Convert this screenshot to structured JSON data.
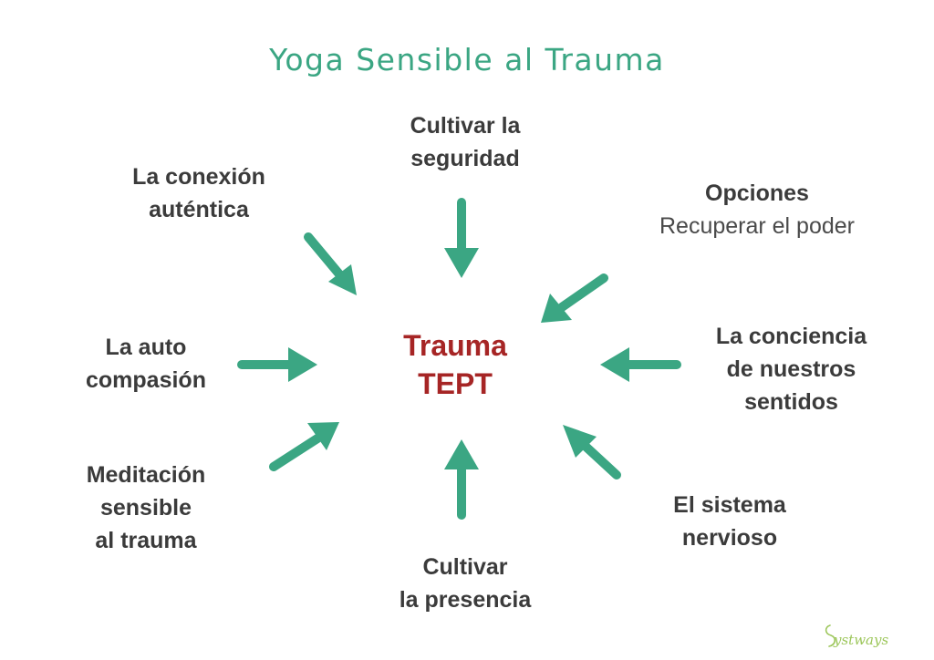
{
  "title": "Yoga Sensible al Trauma",
  "center": {
    "line1": "Trauma",
    "line2": "TEPT"
  },
  "nodes": [
    {
      "id": "seguridad",
      "lines": [
        "Cultivar la",
        "seguridad"
      ]
    },
    {
      "id": "opciones",
      "lines": [
        "Opciones"
      ],
      "subtitle": "Recuperar el poder"
    },
    {
      "id": "conciencia",
      "lines": [
        "La conciencia",
        "de nuestros",
        "sentidos"
      ]
    },
    {
      "id": "sistema",
      "lines": [
        "El sistema",
        "nervioso"
      ]
    },
    {
      "id": "presencia",
      "lines": [
        "Cultivar",
        "la presencia"
      ]
    },
    {
      "id": "meditacion",
      "lines": [
        "Meditación",
        "sensible",
        "al trauma"
      ]
    },
    {
      "id": "autocompasion",
      "lines": [
        "La auto",
        "compasión"
      ]
    },
    {
      "id": "conexion",
      "lines": [
        "La conexión",
        "auténtica"
      ]
    }
  ],
  "logo": {
    "text": "systways",
    "color": "#9cc65a"
  },
  "colors": {
    "title": "#3ba683",
    "arrow": "#3ba683",
    "center": "#a62525",
    "label": "#3b3b3b"
  }
}
